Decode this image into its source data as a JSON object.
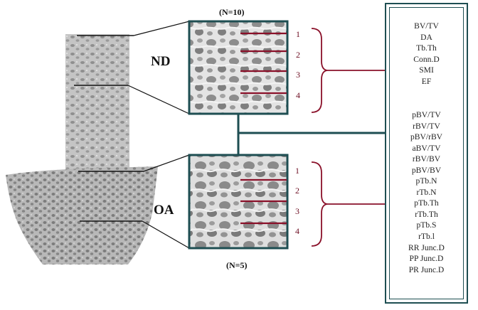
{
  "groups": {
    "nd": {
      "label": "ND",
      "count": "(N=10)"
    },
    "oa": {
      "label": "OA",
      "count": "(N=5)"
    }
  },
  "line_numbers": [
    "1",
    "2",
    "3",
    "4"
  ],
  "parameters": {
    "global": [
      "BV/TV",
      "DA",
      "Tb.Th",
      "Conn.D",
      "SMI",
      "EF"
    ],
    "individual_trabecula": [
      "pBV/TV",
      "rBV/TV",
      "pBV/rBV",
      "aBV/TV",
      "rBV/BV",
      "pBV/BV",
      "pTb.N",
      "rTb.N",
      "pTb.Th",
      "rTb.Th",
      "pTb.S",
      "rTb.l",
      "RR Junc.D",
      "PP Junc.D",
      "PR Junc.D"
    ]
  },
  "colors": {
    "frame": "#1e4e52",
    "measurement_line": "#8a1029",
    "bracket": "#8a1029",
    "bone_light": "#c9c9c9",
    "bone_dark": "#8a8a8a"
  }
}
